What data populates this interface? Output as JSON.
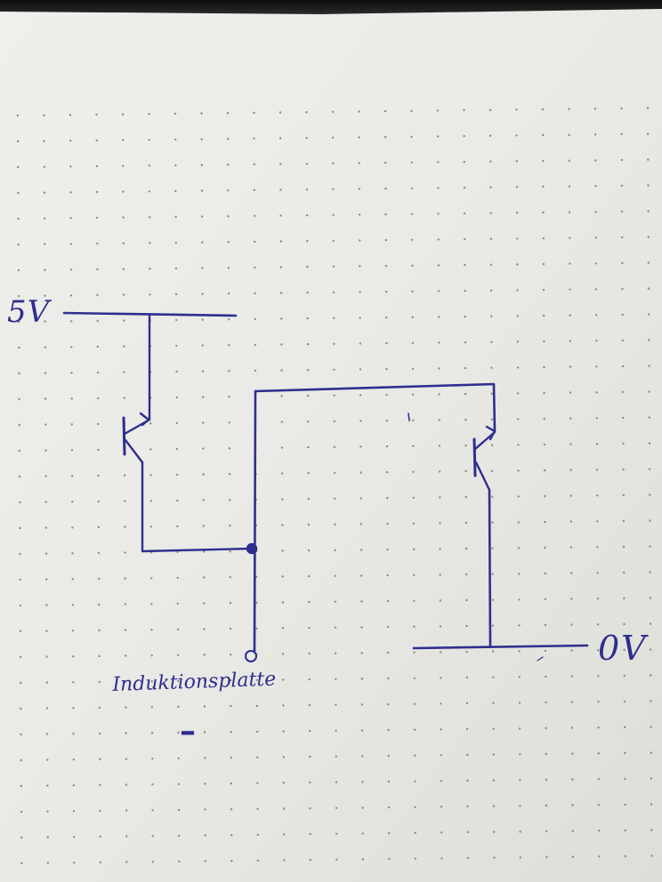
{
  "diagram": {
    "supply_label": "5V",
    "ground_label": "0V",
    "plate_label": "Induktionsplatte",
    "plate_symbol": "–",
    "colors": {
      "ink": "#2e2e8f",
      "paper": "#ececea",
      "dots": "#8a8a86",
      "shadow": "#101010"
    }
  }
}
